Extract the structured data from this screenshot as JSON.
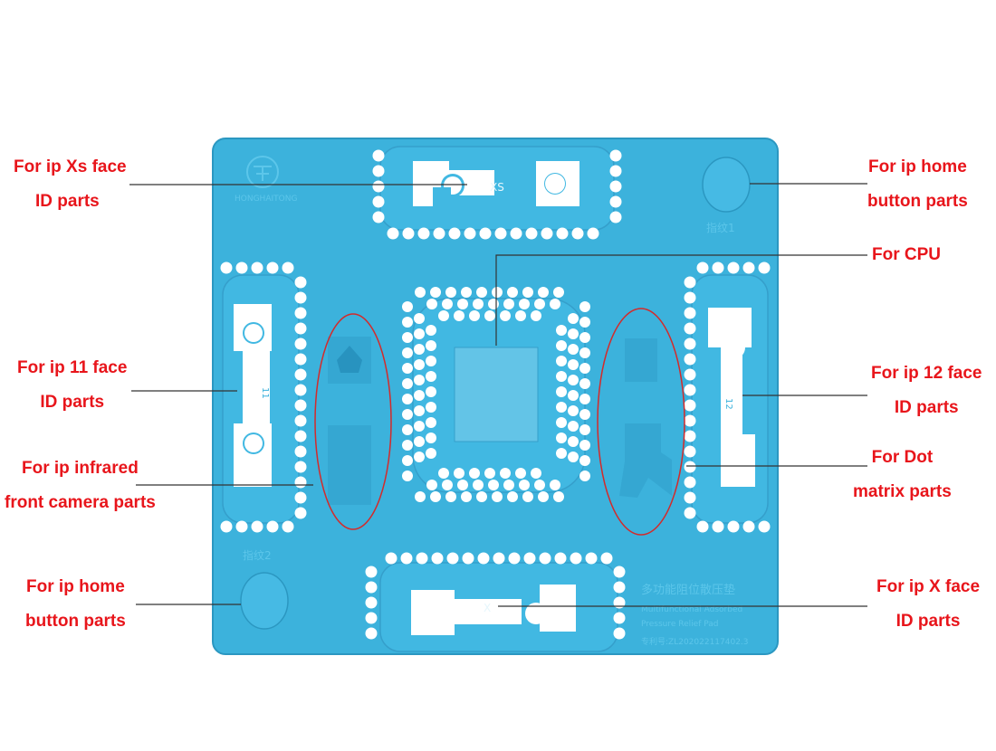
{
  "labels": {
    "xs_face_id": {
      "line1": "For ip Xs face",
      "line2": "ID parts"
    },
    "home_button_top": {
      "line1": "For ip home",
      "line2": "button parts"
    },
    "cpu": {
      "line1": "For CPU"
    },
    "ip11_face_id": {
      "line1": "For ip 11 face",
      "line2": "ID parts"
    },
    "ip12_face_id": {
      "line1": "For ip 12 face",
      "line2": "ID parts"
    },
    "infrared_camera": {
      "line1": "For ip infrared",
      "line2": "front camera parts"
    },
    "dot_matrix": {
      "line1": "For Dot",
      "line2": "matrix parts"
    },
    "home_button_bottom": {
      "line1": "For ip home",
      "line2": "button parts"
    },
    "x_face_id": {
      "line1": "For ip X face",
      "line2": "ID parts"
    }
  },
  "pad": {
    "brand": "HONGHAITONG",
    "slot_xs": "XS",
    "slot_x": "X",
    "slot_11": "11",
    "slot_12": "12",
    "finger1": "指纹1",
    "finger2": "指纹2",
    "title_cn": "多功能阻位散压垫",
    "title_en1": "Multifunctional Adsorbed",
    "title_en2": "Pressure Relief Pad",
    "patent": "专利号:ZL202022117402.3"
  },
  "colors": {
    "pad": "#3cb2dc",
    "pad_shadow": "#2b97c1",
    "hole": "#ffffff",
    "label": "#e8151b",
    "leader": "#333333",
    "ring": "#d42a2a"
  }
}
